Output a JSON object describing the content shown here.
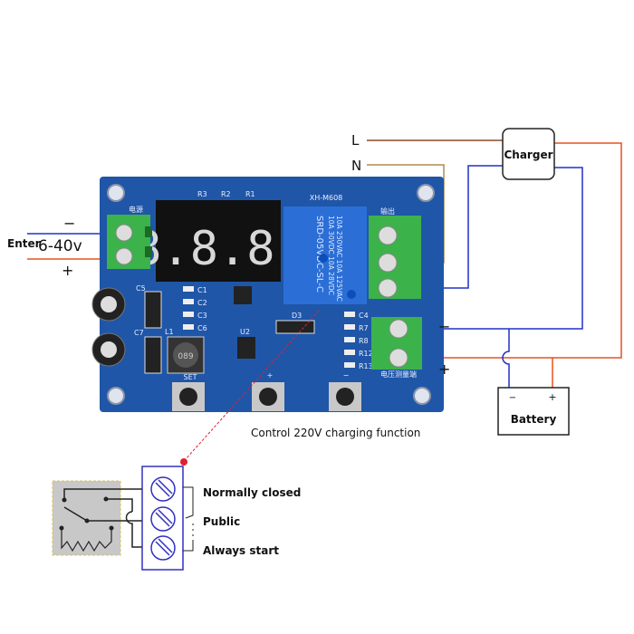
{
  "mains": {
    "l_label": "L",
    "n_label": "N"
  },
  "charger": {
    "label": "Charger"
  },
  "input": {
    "enter_label": "Enter",
    "voltage_label": "6-40v",
    "minus_label": "−",
    "plus_label": "+"
  },
  "board": {
    "model": "XH-M608",
    "display_value": "8.8.8.",
    "power_label": "电源",
    "output_label": "输出",
    "measure_label": "电压测量端",
    "resistors_top": [
      "R3",
      "R2",
      "R1"
    ],
    "caps": [
      "C1",
      "C2",
      "C3",
      "C6"
    ],
    "right_parts": [
      "C4",
      "R7",
      "R8",
      "R12",
      "R13"
    ],
    "misc": {
      "c5": "C5",
      "c7": "C7",
      "l1": "L1",
      "u2": "U2",
      "d3": "D3",
      "inductor": "089"
    },
    "relay_lines": [
      "10A 250VAC  10A 125VAC",
      "10A 30VDC  10A 28VDC",
      "SRD-05VDC-SL-C"
    ],
    "buttons": [
      "SET",
      "+",
      "−"
    ],
    "measure_minus": "−",
    "measure_plus": "+"
  },
  "battery": {
    "label": "Battery",
    "minus": "−",
    "plus": "+"
  },
  "caption": "Control 220V charging function",
  "relay_terminals": [
    "Normally closed",
    "Public",
    "Always start"
  ],
  "colors": {
    "board": "#1f56a8",
    "terminal": "#3cb24a",
    "relay": "#2b6fd6",
    "positive_wire": "#e8501e",
    "negative_wire": "#2030c8",
    "l_wire": "#8a4a2a",
    "n_wire": "#b08a50"
  }
}
